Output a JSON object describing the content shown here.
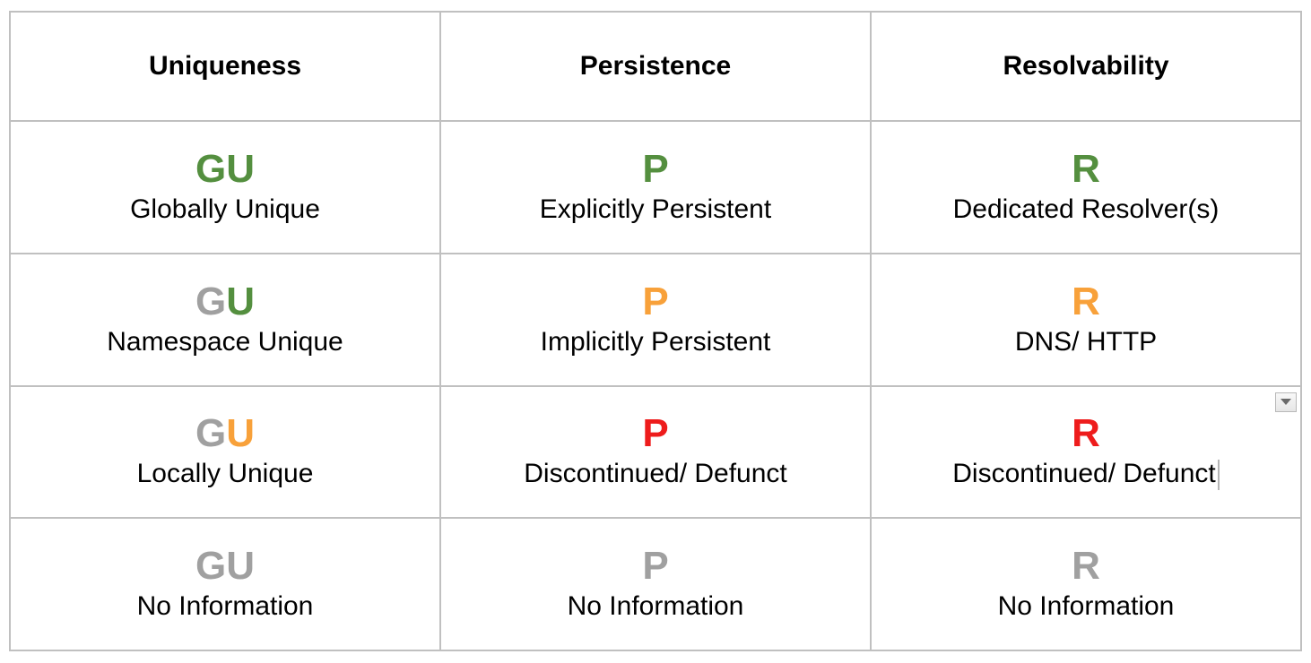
{
  "headers": [
    "Uniqueness",
    "Persistence",
    "Resolvability"
  ],
  "colors": {
    "green": "#548f3f",
    "orange": "#f8a13a",
    "red": "#ee1c1c",
    "gray": "#a0a0a0"
  },
  "rows": [
    {
      "uniqueness": {
        "g": "G",
        "g_color": "#548f3f",
        "u": "U",
        "u_color": "#548f3f",
        "label": "Globally Unique"
      },
      "persistence": {
        "code": "P",
        "color": "#548f3f",
        "label": "Explicitly Persistent"
      },
      "resolvability": {
        "code": "R",
        "color": "#548f3f",
        "label": "Dedicated Resolver(s)"
      }
    },
    {
      "uniqueness": {
        "g": "G",
        "g_color": "#a0a0a0",
        "u": "U",
        "u_color": "#548f3f",
        "label": "Namespace Unique"
      },
      "persistence": {
        "code": "P",
        "color": "#f8a13a",
        "label": "Implicitly Persistent"
      },
      "resolvability": {
        "code": "R",
        "color": "#f8a13a",
        "label": "DNS/ HTTP"
      }
    },
    {
      "uniqueness": {
        "g": "G",
        "g_color": "#a0a0a0",
        "u": "U",
        "u_color": "#f8a13a",
        "label": "Locally Unique"
      },
      "persistence": {
        "code": "P",
        "color": "#ee1c1c",
        "label": "Discontinued/ Defunct"
      },
      "resolvability": {
        "code": "R",
        "color": "#ee1c1c",
        "label": "Discontinued/ Defunct"
      }
    },
    {
      "uniqueness": {
        "g": "G",
        "g_color": "#a0a0a0",
        "u": "U",
        "u_color": "#a0a0a0",
        "label": "No Information"
      },
      "persistence": {
        "code": "P",
        "color": "#a0a0a0",
        "label": "No Information"
      },
      "resolvability": {
        "code": "R",
        "color": "#a0a0a0",
        "label": "No Information"
      }
    }
  ],
  "dropdown_icon": "chevron-down-icon"
}
